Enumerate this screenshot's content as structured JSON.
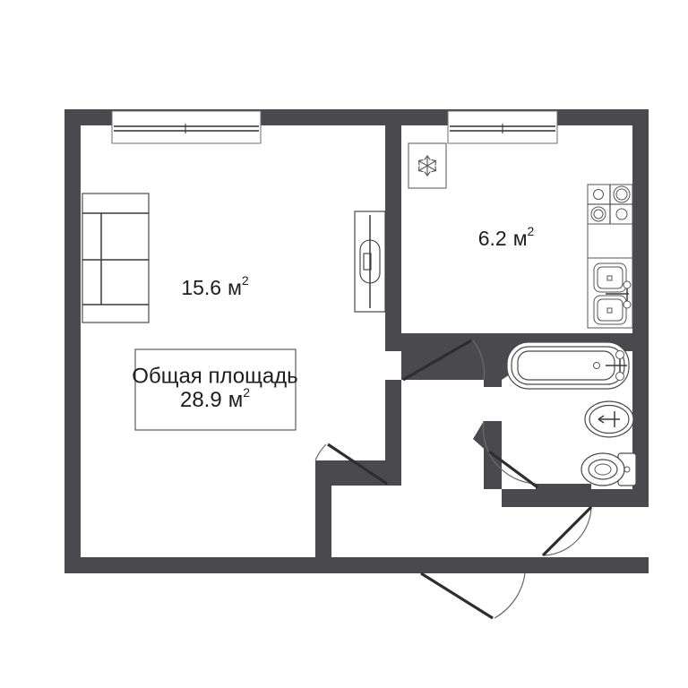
{
  "plan": {
    "title": "Floor plan",
    "unit_suffix": "м",
    "superscript": "2",
    "wall_color": "#4a494d",
    "background_color": "#ffffff",
    "line_color": "#3a3a3c"
  },
  "rooms": [
    {
      "id": "living-room",
      "area_value": "15.6",
      "area_unit": "м",
      "area_sup": "2",
      "label": "15.6 м2"
    },
    {
      "id": "kitchen",
      "area_value": "6.2",
      "area_unit": "м",
      "area_sup": "2",
      "label": "6.2 м2"
    }
  ],
  "total_area": {
    "caption": "Общая площадь",
    "value": "28.9",
    "unit": "м",
    "sup": "2"
  },
  "fixtures": [
    {
      "id": "sofa",
      "name": "sofa",
      "room": "living-room"
    },
    {
      "id": "wardrobe",
      "name": "wardrobe",
      "room": "living-room"
    },
    {
      "id": "refrigerator",
      "name": "refrigerator",
      "room": "kitchen"
    },
    {
      "id": "stove",
      "name": "cooktop-4-burner",
      "room": "kitchen"
    },
    {
      "id": "counter",
      "name": "countertop",
      "room": "kitchen"
    },
    {
      "id": "kitchen-sink",
      "name": "double-sink",
      "room": "kitchen"
    },
    {
      "id": "bathtub",
      "name": "bathtub",
      "room": "bathroom"
    },
    {
      "id": "wash-basin",
      "name": "wash-basin",
      "room": "bathroom"
    },
    {
      "id": "toilet",
      "name": "toilet",
      "room": "bathroom"
    }
  ],
  "windows": [
    {
      "id": "window-living",
      "name": "window"
    },
    {
      "id": "window-kitchen",
      "name": "window"
    }
  ],
  "doors": [
    {
      "id": "door-living-hall",
      "name": "door-living-room"
    },
    {
      "id": "door-kitchen-hall",
      "name": "door-kitchen"
    },
    {
      "id": "door-bathroom",
      "name": "door-bathroom"
    },
    {
      "id": "door-closet",
      "name": "door-closet"
    },
    {
      "id": "door-entry",
      "name": "door-entrance"
    }
  ]
}
